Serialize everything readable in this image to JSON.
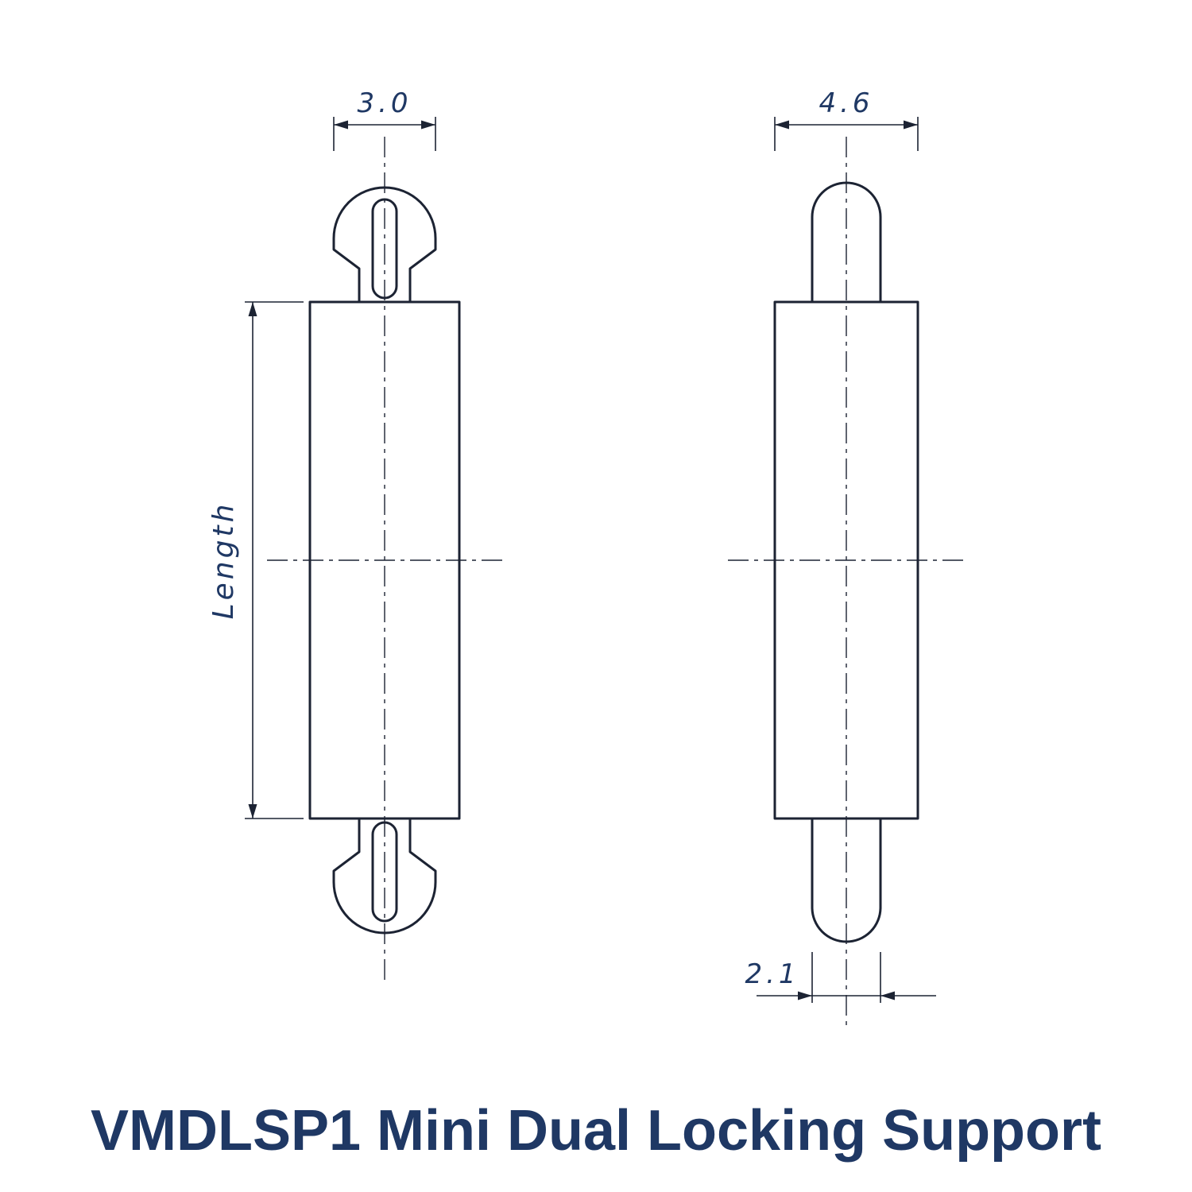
{
  "title": "VMDLSP1 Mini Dual Locking Support",
  "drawing": {
    "dim_clip_width": "3.0",
    "dim_body_width": "4.6",
    "dim_pin_width": "2.1",
    "dim_length_label": "Length"
  },
  "colors": {
    "line": "#1c2333",
    "text": "#1f3864",
    "background": "#ffffff"
  }
}
